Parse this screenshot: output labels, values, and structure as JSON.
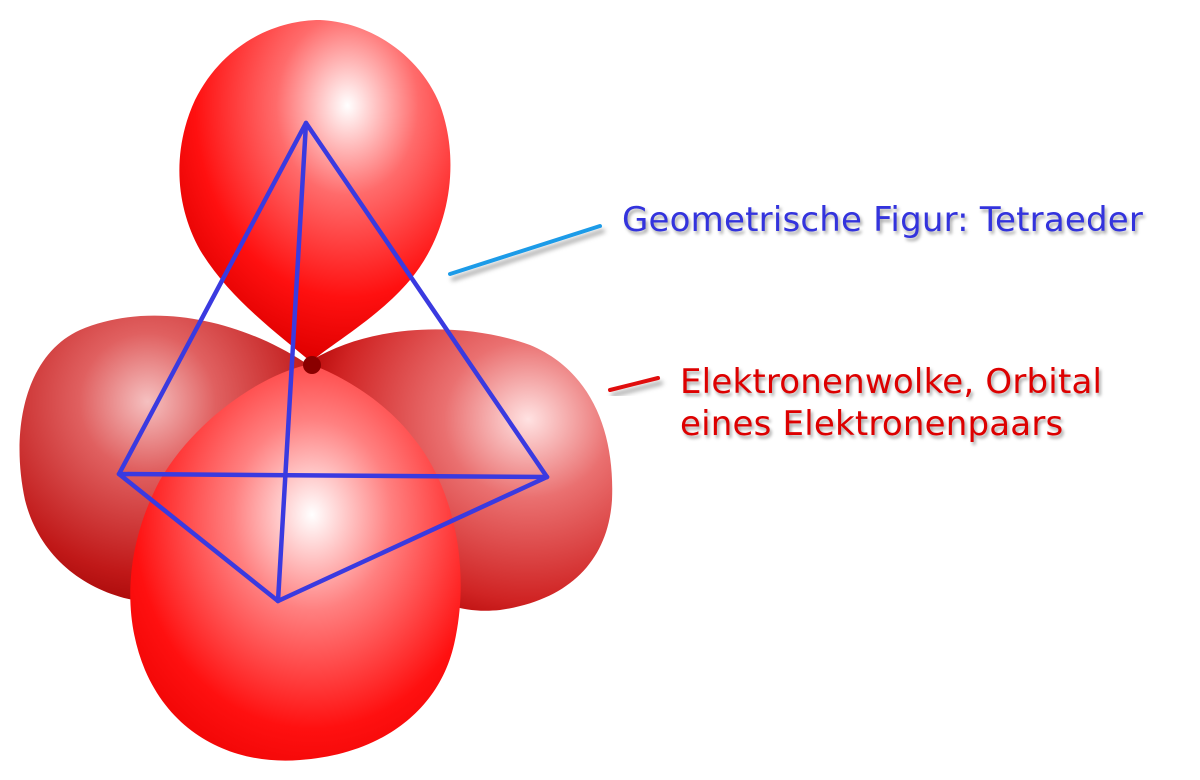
{
  "labels": {
    "tetrahedron": "Geometrische Figur: Tetraeder",
    "orbital_line1": "Elektronenwolke, Orbital",
    "orbital_line2": "eines Elektronenpaars"
  },
  "colors": {
    "tetrahedron_label": "#3333dd",
    "orbital_label": "#dd0000",
    "tetrahedron_edges": "#3a3ae0",
    "tetrahedron_leader": "#1e9be8",
    "orbital_leader": "#e01010",
    "orbital_light": "#ffffff",
    "orbital_mid": "#ff1a1a",
    "orbital_dark": "#b00000",
    "nucleus": "#8a0000"
  },
  "icons": {
    "orbitals": "teardrop-lobe-shapes",
    "nucleus": "center-dot"
  }
}
